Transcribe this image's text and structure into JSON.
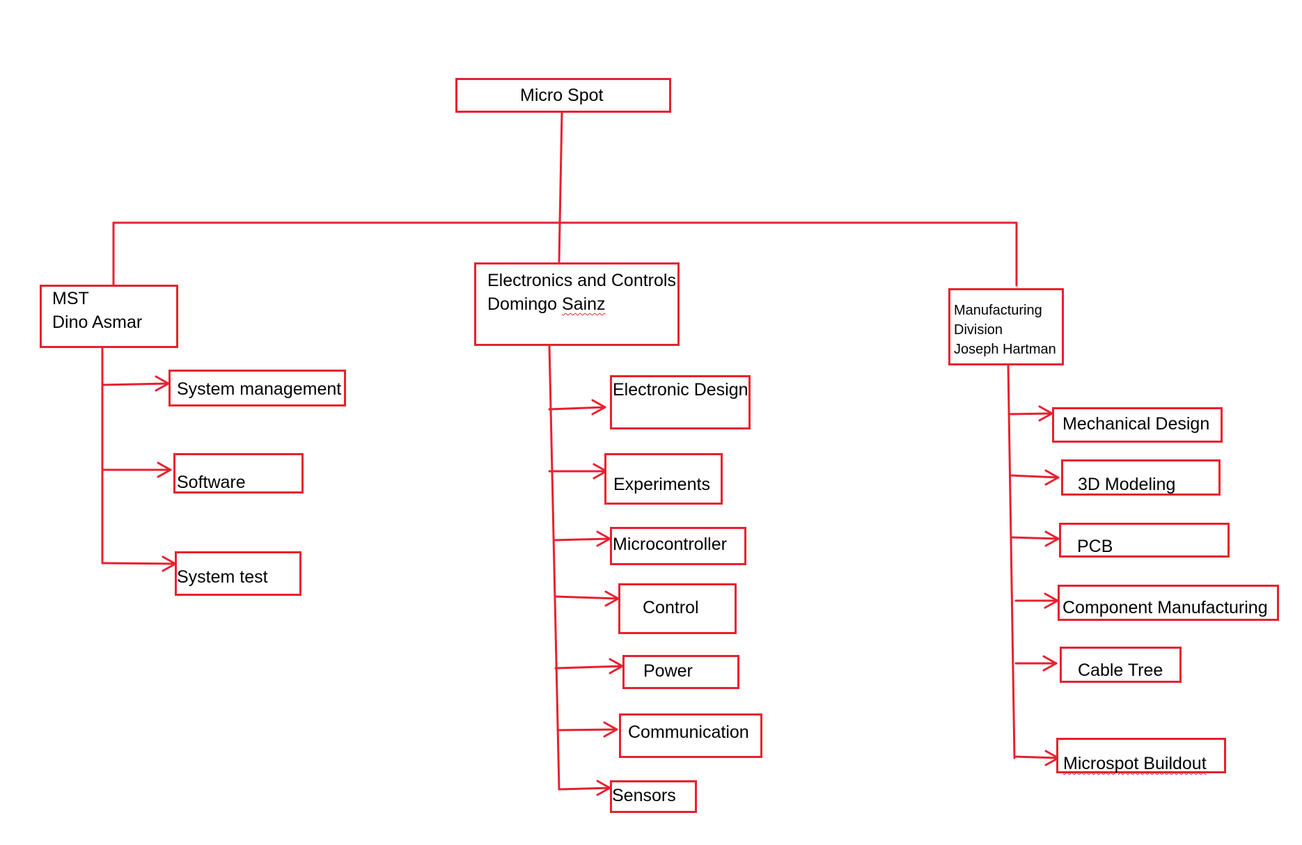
{
  "colors": {
    "accent": "#e8202f",
    "text": "#000000",
    "background": "#ffffff"
  },
  "root": {
    "label": "Micro Spot"
  },
  "divisions": [
    {
      "line1": "MST",
      "line2": "Dino Asmar",
      "line3": ""
    },
    {
      "line1": "Electronics and Controls",
      "line2": "Domingo",
      "line2b": "Sainz",
      "line3": ""
    },
    {
      "line1": "Manufacturing",
      "line2": "Division",
      "line3": "Joseph Hartman"
    }
  ],
  "mst_items": [
    "System management",
    "Software",
    "System test"
  ],
  "ec_items": [
    "Electronic Design",
    "Experiments",
    "Microcontroller",
    "Control",
    "Power",
    "Communication",
    "Sensors"
  ],
  "mfg_items": [
    "Mechanical Design",
    "3D Modeling",
    "PCB",
    "Component Manufacturing",
    "Cable Tree",
    "Microspot Buildout"
  ]
}
